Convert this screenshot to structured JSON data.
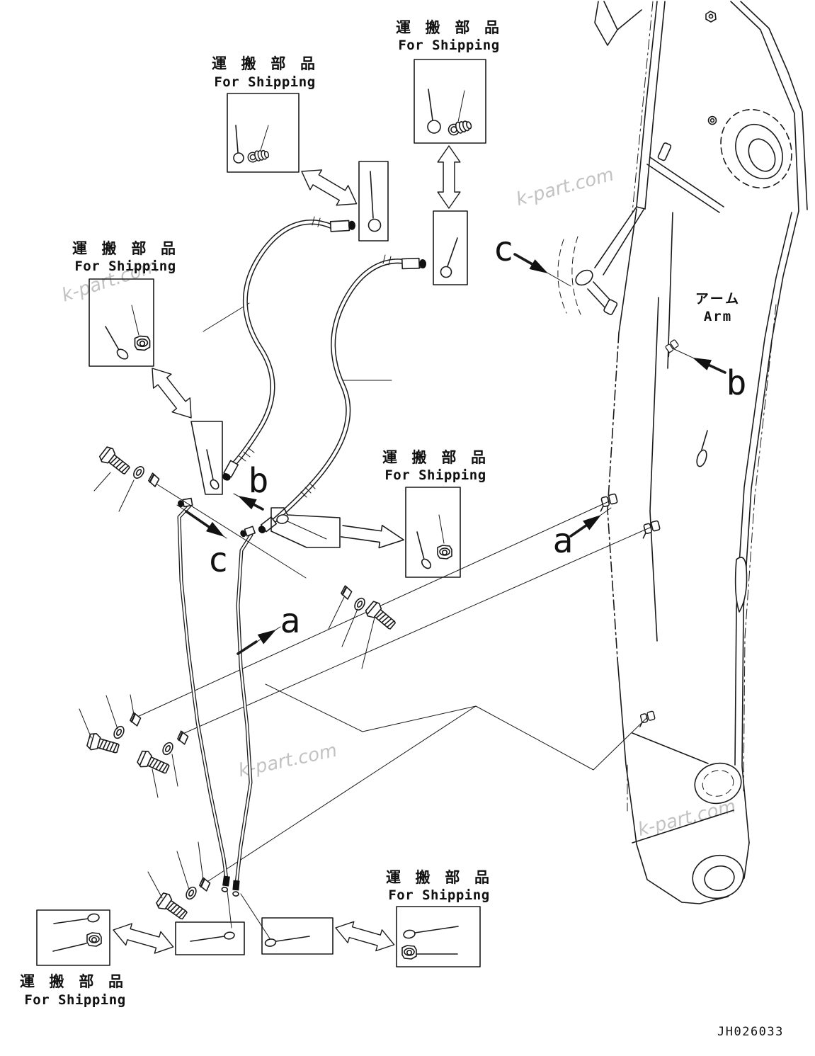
{
  "meta": {
    "drawing_number": "JH026033"
  },
  "colors": {
    "line": "#1a1a1a",
    "background": "#ffffff",
    "watermark": "#9a9a9a"
  },
  "labels": {
    "shipping_jp": "運 搬 部 品",
    "shipping_en": "For Shipping",
    "arm_jp": "アーム",
    "arm_en": "Arm"
  },
  "callouts": {
    "a": "a",
    "b": "b",
    "c": "c"
  },
  "watermark": {
    "text": "k-part.com"
  }
}
